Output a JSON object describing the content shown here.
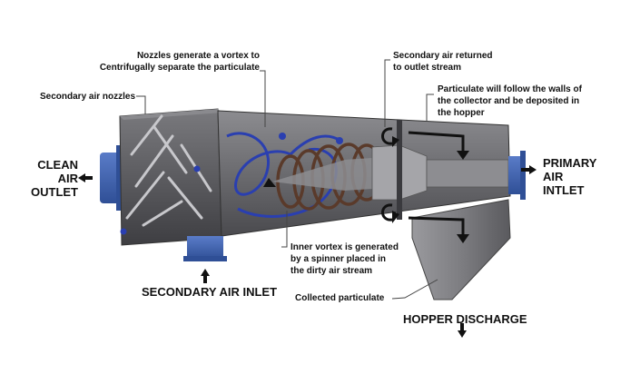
{
  "labels": {
    "nozzles_vortex": [
      "Nozzles generate a vortex to",
      "Centrifugally separate the particulate"
    ],
    "secondary_nozzles": "Secondary air nozzles",
    "secondary_returned": [
      "Secondary air returned",
      "to outlet stream"
    ],
    "particulate_follow": [
      "Particulate will follow the walls of",
      "the collector and be deposited in",
      "the hopper"
    ],
    "clean_air_outlet": [
      "CLEAN",
      "AIR",
      "OUTLET"
    ],
    "primary_air_inlet": [
      "PRIMARY",
      "AIR",
      "INTLET"
    ],
    "inner_vortex": [
      "Inner vortex is generated",
      "by a spinner placed in",
      "the dirty air stream"
    ],
    "collected_particulate": "Collected particulate",
    "secondary_air_inlet": "SECONDARY AIR INLET",
    "hopper_discharge": "HOPPER DISCHARGE"
  },
  "colors": {
    "housing": "#6f6f72",
    "housing_dark": "#4a4a4d",
    "housing_light": "#9a9a9d",
    "duct_blue": "#3b5ea8",
    "vortex_blue": "#2a3fb0",
    "spinner_brown": "#5a3a2a"
  }
}
